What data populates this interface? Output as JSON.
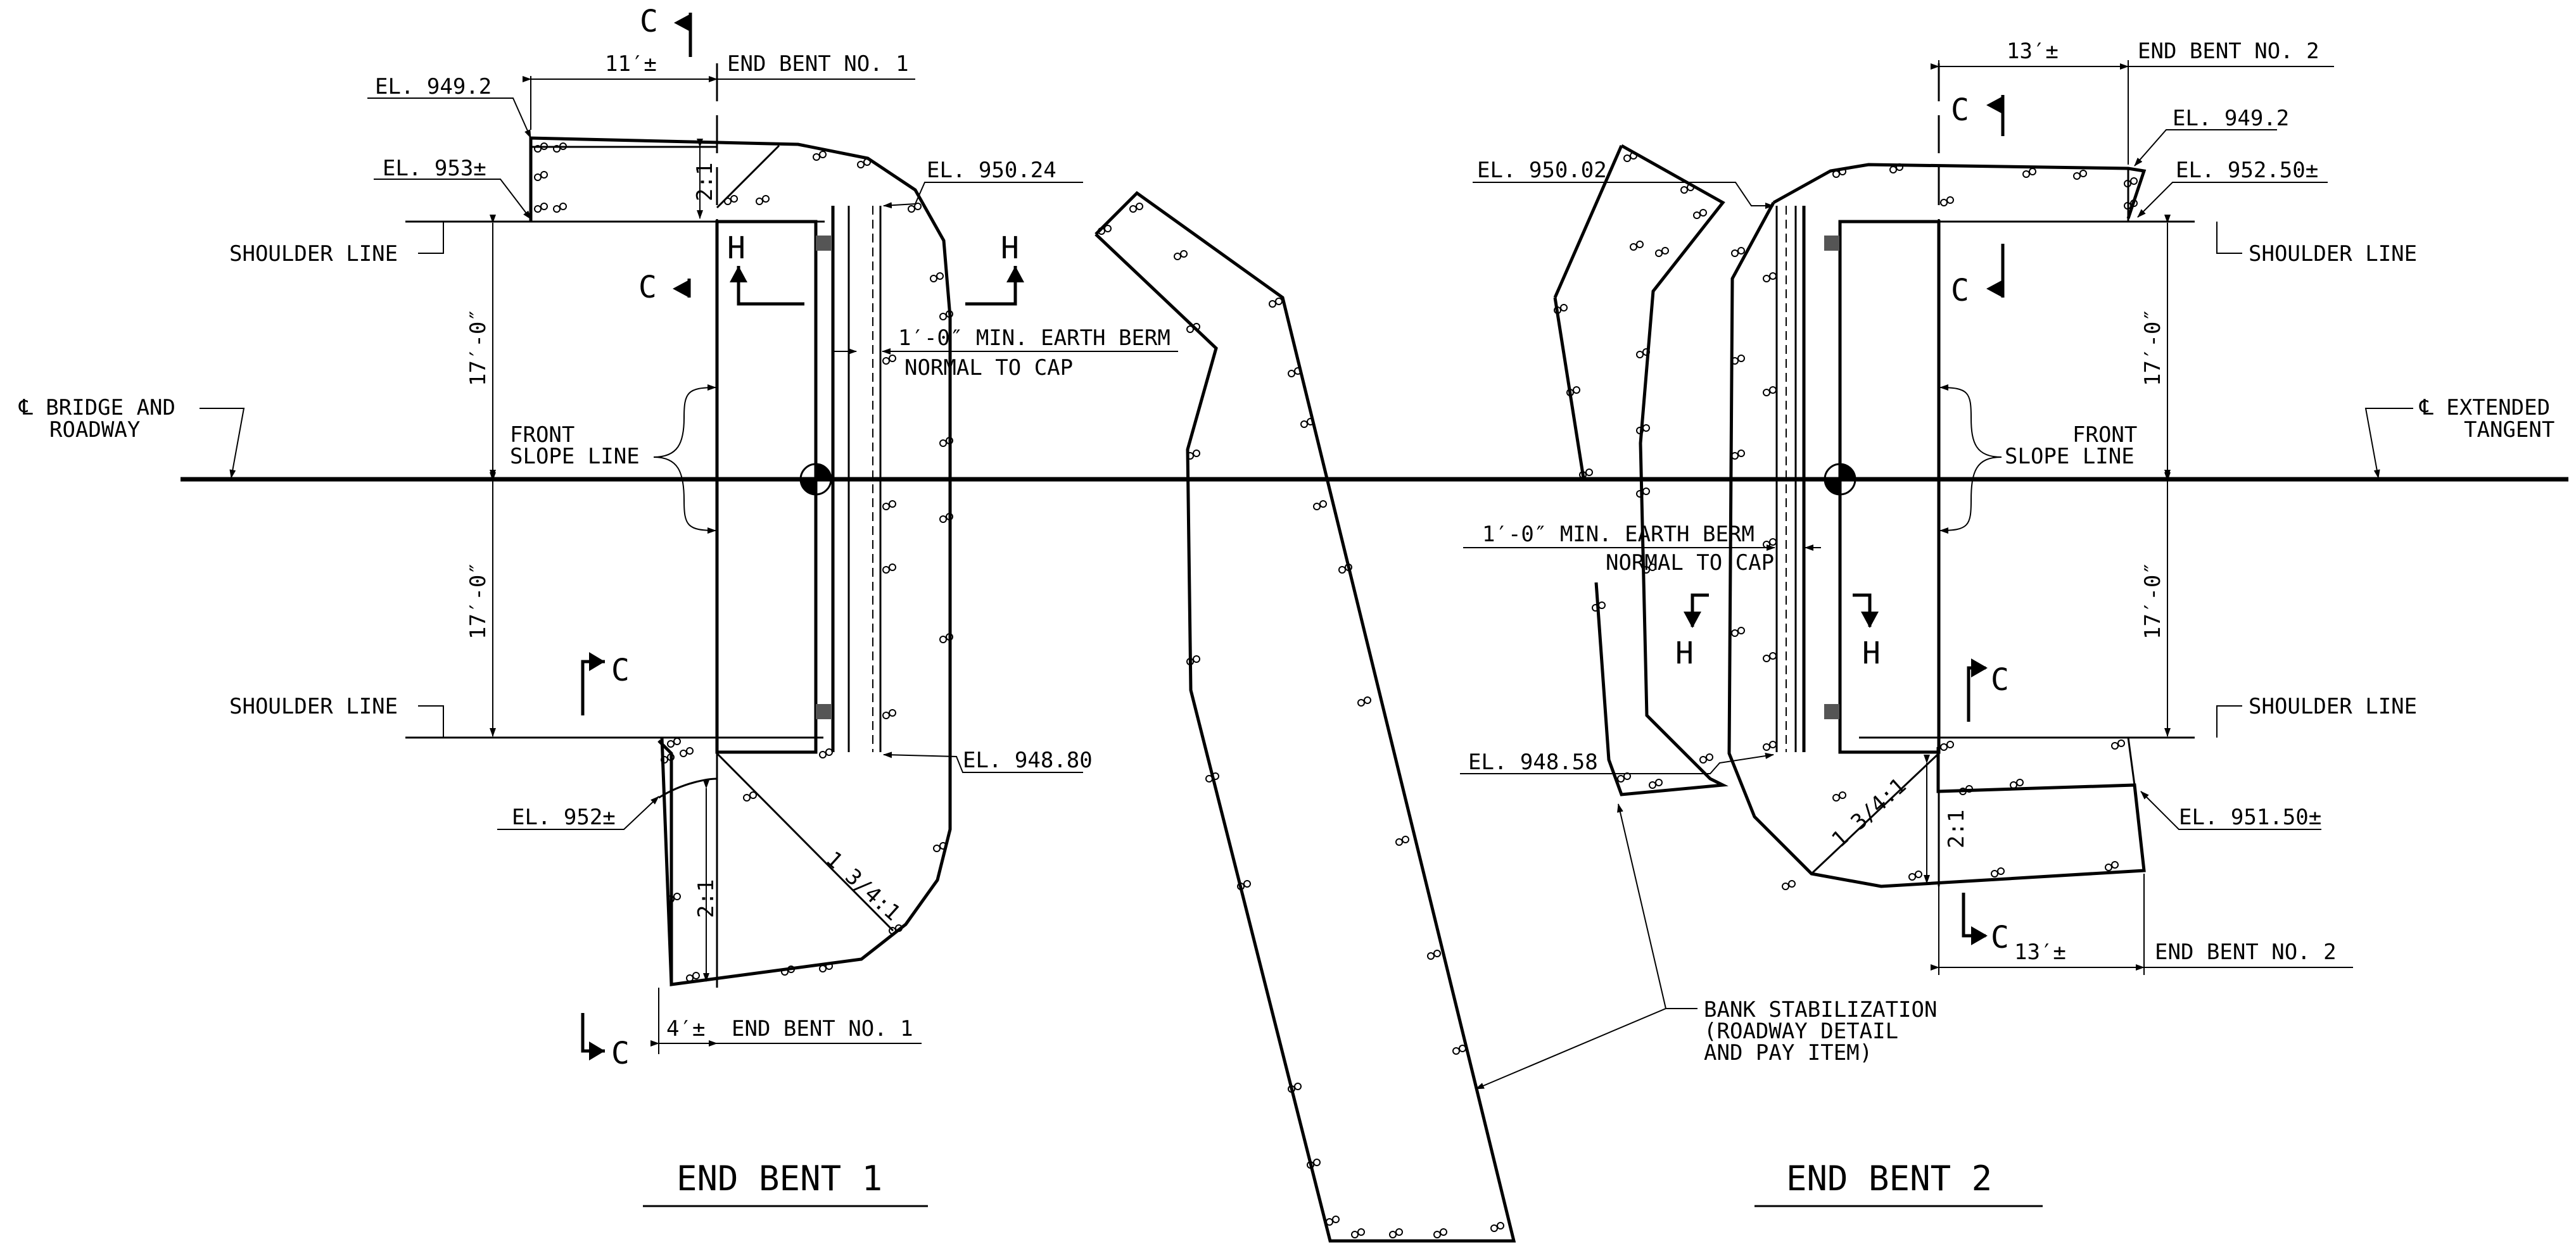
{
  "end_bent_1": {
    "title": "END BENT 1",
    "el_949_2": "EL. 949.2",
    "el_953": "EL. 953±",
    "el_950_24": "EL. 950.24",
    "el_948_80": "EL. 948.80",
    "el_952": "EL. 952±",
    "dim_top": "11′±",
    "dim_bottom": "4′±",
    "end_bent_label_top": "END BENT NO. 1",
    "end_bent_label_bottom": "END BENT NO. 1",
    "shoulder_top": "SHOULDER LINE",
    "shoulder_bottom": "SHOULDER LINE",
    "dim_upper": "17′-0″",
    "dim_lower": "17′-0″",
    "front_slope_1": "FRONT",
    "front_slope_2": "SLOPE LINE",
    "berm_1": "1′-0″ MIN. EARTH BERM",
    "berm_2": "NORMAL TO CAP",
    "slope_top": "2:1",
    "slope_bottom": "2:1",
    "slope_diag": "1 3/4:1",
    "bridge_1": "℄ BRIDGE AND",
    "bridge_2": "ROADWAY"
  },
  "end_bent_2": {
    "title": "END BENT 2",
    "el_949_2": "EL. 949.2",
    "el_952_50": "EL. 952.50±",
    "el_950_02": "EL. 950.02",
    "el_948_58": "EL. 948.58",
    "el_951_50": "EL. 951.50±",
    "dim_top": "13′±",
    "dim_bottom": "13′±",
    "end_bent_label_top": "END BENT NO. 2",
    "end_bent_label_bottom": "END BENT NO. 2",
    "shoulder_top": "SHOULDER LINE",
    "shoulder_bottom": "SHOULDER LINE",
    "dim_upper": "17′-0″",
    "dim_lower": "17′-0″",
    "front_slope_1": "FRONT",
    "front_slope_2": "SLOPE LINE",
    "berm_1": "1′-0″ MIN. EARTH BERM",
    "berm_2": "NORMAL TO CAP",
    "slope_vert": "2:1",
    "slope_diag": "1 3/4:1",
    "tangent_1": "℄ EXTENDED",
    "tangent_2": "TANGENT"
  },
  "section_marks": {
    "c": "C",
    "h": "H"
  },
  "bank_stabilization": {
    "line1": "BANK STABILIZATION",
    "line2": "(ROADWAY DETAIL",
    "line3": "AND PAY ITEM)"
  }
}
